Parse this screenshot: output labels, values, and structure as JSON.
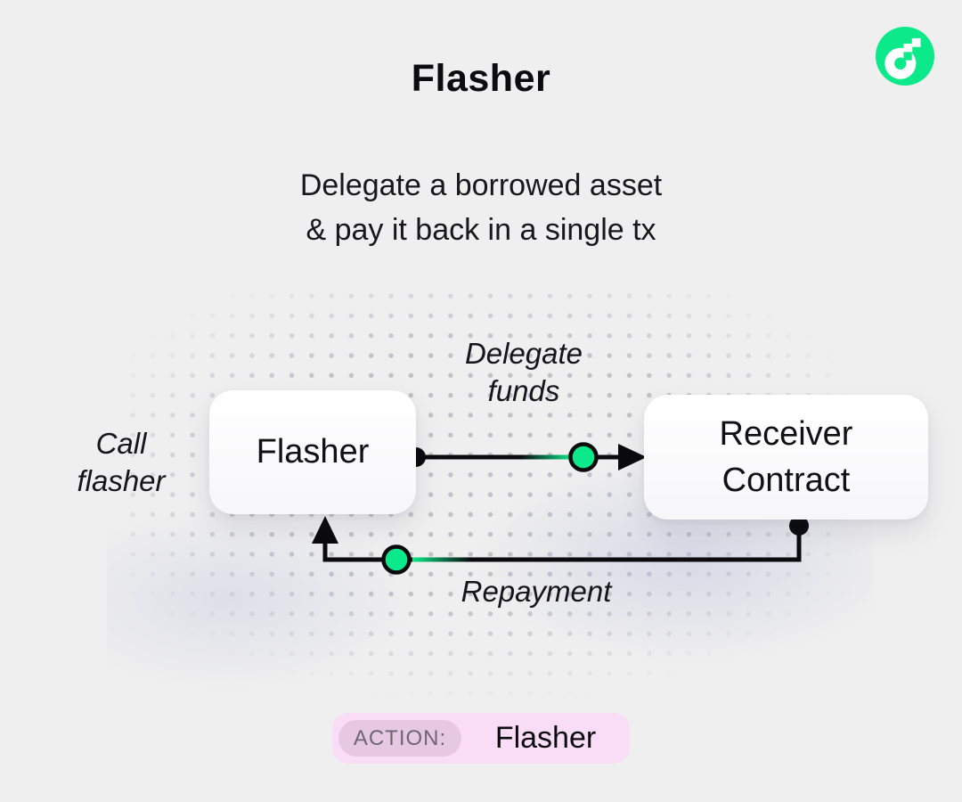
{
  "title": "Flasher",
  "subtitle": "Delegate a borrowed asset\n& pay it back in a single tx",
  "logo": {
    "icon": "flow-logo"
  },
  "diagram": {
    "call_label": "Call\nflasher",
    "flasher_box": "Flasher",
    "receiver_box": "Receiver\nContract",
    "delegate_label": "Delegate\nfunds",
    "repayment_label": "Repayment"
  },
  "action_badge": {
    "tag": "ACTION:",
    "value": "Flasher"
  },
  "colors": {
    "background": "#efefef",
    "ink": "#141418",
    "accent_green": "#0ce98a",
    "badge_pink": "#f9ddf7",
    "badge_tag_pink": "#e6c8e2",
    "badge_tag_text": "#6d6772"
  }
}
